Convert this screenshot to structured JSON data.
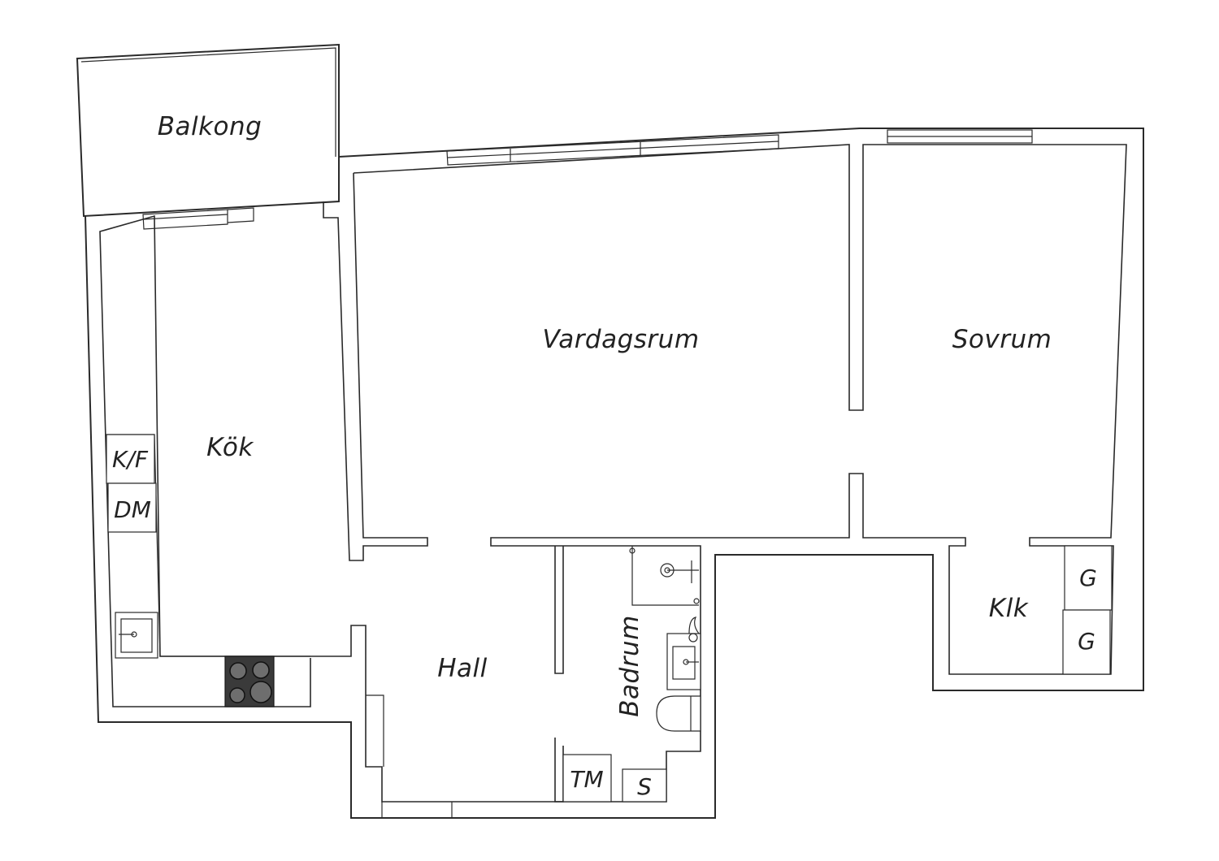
{
  "rooms": {
    "balcony": "Balkong",
    "kitchen": "Kök",
    "living_room": "Vardagsrum",
    "bedroom": "Sovrum",
    "hall": "Hall",
    "bathroom": "Badrum",
    "walk_in_closet": "Klk"
  },
  "fixtures": {
    "fridge_freezer": "K/F",
    "dishwasher": "DM",
    "washing_machine": "TM",
    "dryer": "S",
    "wardrobe_1": "G",
    "wardrobe_2": "G"
  }
}
